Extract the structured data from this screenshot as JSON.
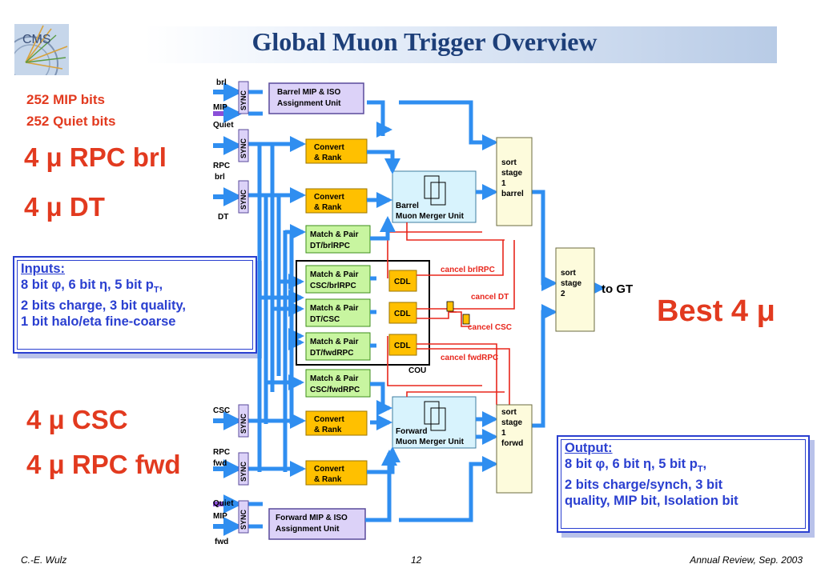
{
  "title": "Global Muon Trigger Overview",
  "logo": {
    "text": "CMS",
    "icon": "cms-logo"
  },
  "left_labels": {
    "mip_bits": "252 MIP bits",
    "quiet_bits": "252 Quiet bits",
    "rpc_brl": "4 μ RPC brl",
    "dt": "4 μ DT",
    "csc": "4 μ CSC",
    "rpc_fwd": "4 μ RPC fwd"
  },
  "best": "Best 4 μ",
  "inputs": {
    "heading": "Inputs:",
    "line1": "8 bit φ, 6 bit η, 5 bit p",
    "line1_sub": "T",
    "line1_end": ",",
    "line2": "2 bits charge, 3 bit quality,",
    "line3": "1 bit halo/eta fine-coarse"
  },
  "output": {
    "heading": "Output:",
    "line1": "8 bit φ, 6 bit η, 5 bit p",
    "line1_sub": "T",
    "line1_end": ",",
    "line2": "2 bits charge/synch, 3 bit",
    "line3": "quality, MIP bit, Isolation bit"
  },
  "diagram": {
    "inputs": {
      "brl": "brl",
      "mip_top": "MIP",
      "quiet_top": "Quiet",
      "rpc_top": "RPC",
      "brl2": "brl",
      "dt": "DT",
      "csc": "CSC",
      "rpc_bot": "RPC",
      "fwd_bot": "fwd",
      "quiet_bot": "Quiet",
      "mip_bot": "MIP",
      "fwd2": "fwd"
    },
    "sync": "SYNC",
    "units": {
      "barrel_mip_1": "Barrel MIP & ISO",
      "barrel_mip_2": "Assignment Unit",
      "convert_1": "Convert",
      "convert_2": "& Rank",
      "mp_dt_brl_1": "Match & Pair",
      "mp_dt_brl_2": "DT/brlRPC",
      "mp_csc_brl_1": "Match & Pair",
      "mp_csc_brl_2": "CSC/brlRPC",
      "mp_dt_csc_1": "Match & Pair",
      "mp_dt_csc_2": "DT/CSC",
      "mp_dt_fwd_1": "Match & Pair",
      "mp_dt_fwd_2": "DT/fwdRPC",
      "mp_csc_fwd_1": "Match & Pair",
      "mp_csc_fwd_2": "CSC/fwdRPC",
      "forward_mip_1": "Forward MIP & ISO",
      "forward_mip_2": "Assignment Unit",
      "barrel_merger_1": "Barrel",
      "barrel_merger_2": "Muon Merger Unit",
      "forward_merger_1": "Forward",
      "forward_merger_2": "Muon Merger Unit",
      "cdl": "CDL",
      "cou": "COU"
    },
    "sort": {
      "barrel": [
        "sort",
        "stage",
        "1",
        "barrel"
      ],
      "final": [
        "sort",
        "stage",
        "2"
      ],
      "forward": [
        "sort",
        "stage",
        "1",
        "forwd"
      ]
    },
    "cancel": {
      "brlrpc": "cancel brlRPC",
      "dt": "cancel DT",
      "csc": "cancel CSC",
      "fwdrpc": "cancel fwdRPC"
    },
    "to_gt": "to GT"
  },
  "footer": {
    "author": "C.-E. Wulz",
    "page": "12",
    "event": "Annual Review, Sep. 2003"
  },
  "colors": {
    "arrow_blue": "#2f8ef0",
    "line_red": "#e8261c",
    "box_green": "#c8f5a0",
    "box_orange": "#ffc000",
    "box_violet": "#dcd2f8",
    "box_cyan": "#d8f3fd",
    "box_ivory": "#fdfbdc",
    "title_blue": "#1d3f79",
    "label_red": "#e23a1f",
    "text_blue": "#2a3fd0"
  }
}
